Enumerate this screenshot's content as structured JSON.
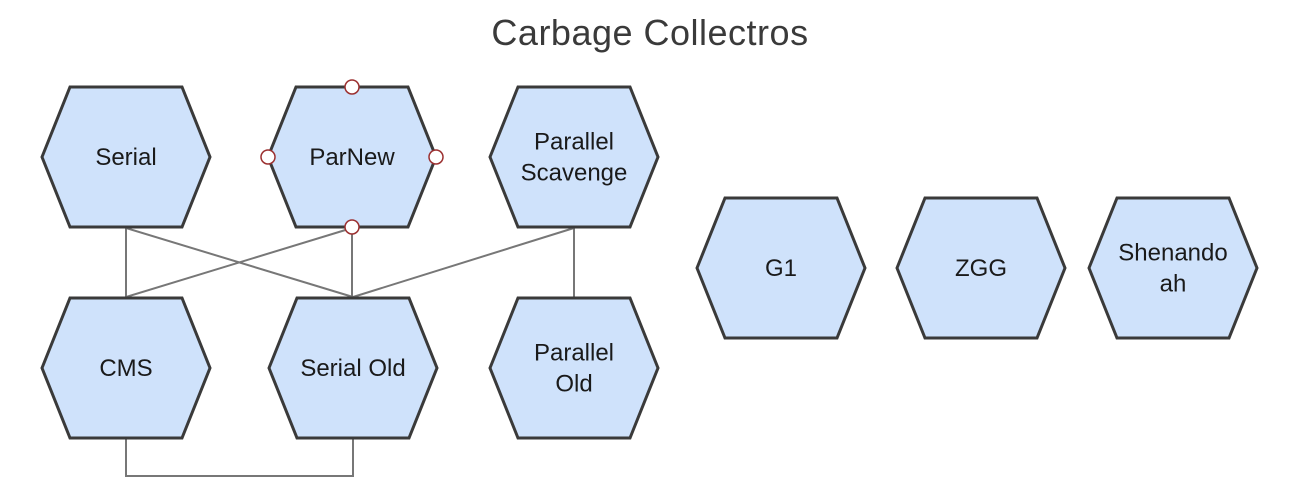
{
  "title": "Carbage Collectros",
  "colors": {
    "node_fill": "#cfe2fb",
    "node_stroke": "#3a3a3a",
    "connector": "#777777",
    "selection_handle": "#9b2f2f"
  },
  "nodes": [
    {
      "id": "serial",
      "lines": [
        "Serial"
      ]
    },
    {
      "id": "parnew",
      "lines": [
        "ParNew"
      ],
      "selected": true
    },
    {
      "id": "parallel-scavenge",
      "lines": [
        "Parallel",
        "Scavenge"
      ]
    },
    {
      "id": "cms",
      "lines": [
        "CMS"
      ]
    },
    {
      "id": "serial-old",
      "lines": [
        "Serial Old"
      ]
    },
    {
      "id": "parallel-old",
      "lines": [
        "Parallel",
        "Old"
      ]
    },
    {
      "id": "g1",
      "lines": [
        "G1"
      ]
    },
    {
      "id": "zgg",
      "lines": [
        "ZGG"
      ]
    },
    {
      "id": "shenandoah",
      "lines": [
        "Shenando",
        "ah"
      ]
    }
  ],
  "edges": [
    {
      "from": "serial",
      "to": "cms"
    },
    {
      "from": "serial",
      "to": "serial-old"
    },
    {
      "from": "parnew",
      "to": "cms"
    },
    {
      "from": "parnew",
      "to": "serial-old"
    },
    {
      "from": "parallel-scavenge",
      "to": "serial-old"
    },
    {
      "from": "parallel-scavenge",
      "to": "parallel-old"
    },
    {
      "from": "cms",
      "to": "serial-old"
    }
  ]
}
